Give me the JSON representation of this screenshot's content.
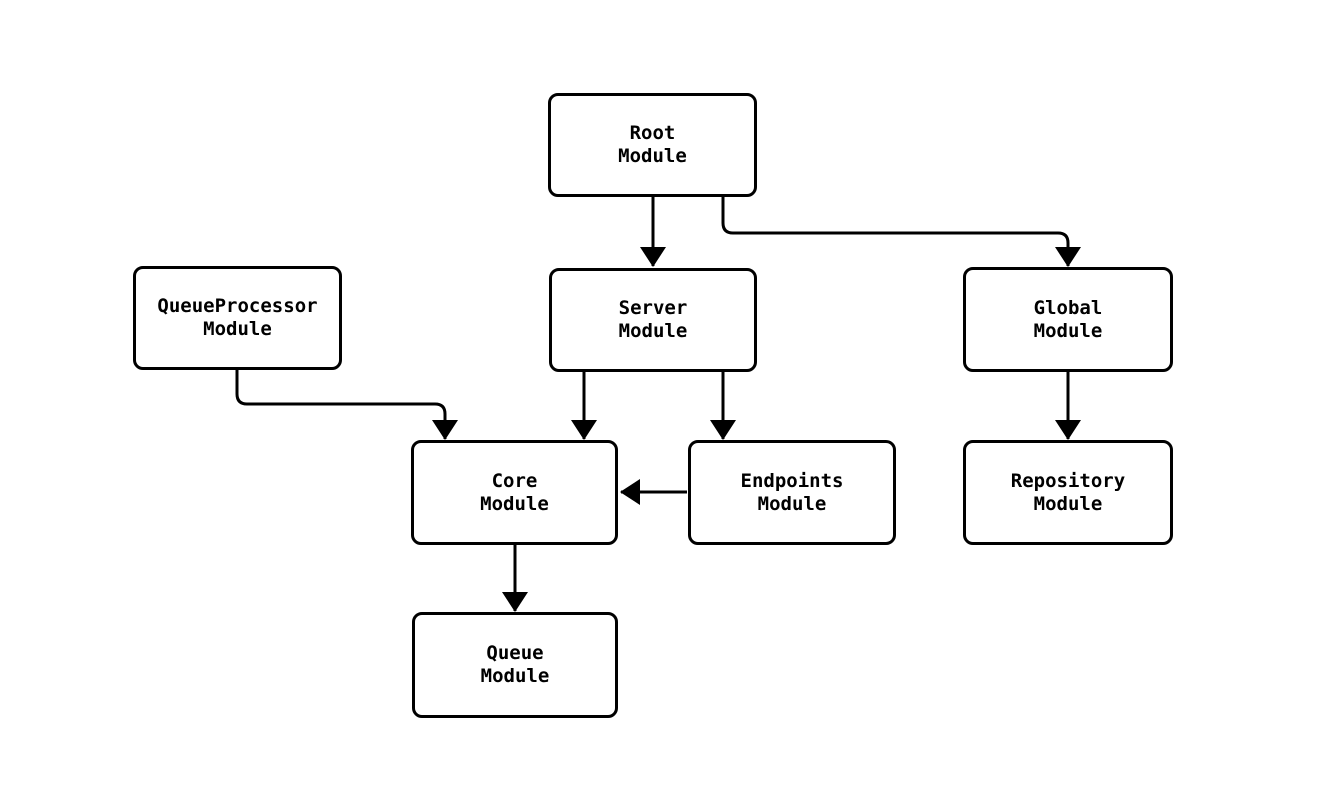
{
  "diagram": {
    "type": "dependency-graph",
    "background_color": "#ffffff",
    "node_fill_color": "#ffffff",
    "node_border_color": "#000000",
    "edge_color": "#000000",
    "text_color": "#000000",
    "nodes": [
      {
        "id": "root",
        "line1": "Root",
        "line2": "Module"
      },
      {
        "id": "server",
        "line1": "Server",
        "line2": "Module"
      },
      {
        "id": "global",
        "line1": "Global",
        "line2": "Module"
      },
      {
        "id": "queueprocessor",
        "line1": "QueueProcessor",
        "line2": "Module"
      },
      {
        "id": "core",
        "line1": "Core",
        "line2": "Module"
      },
      {
        "id": "endpoints",
        "line1": "Endpoints",
        "line2": "Module"
      },
      {
        "id": "repository",
        "line1": "Repository",
        "line2": "Module"
      },
      {
        "id": "queue",
        "line1": "Queue",
        "line2": "Module"
      }
    ],
    "edges": [
      {
        "from": "Root Module",
        "to": "Server Module"
      },
      {
        "from": "Root Module",
        "to": "Global Module"
      },
      {
        "from": "QueueProcessor Module",
        "to": "Core Module"
      },
      {
        "from": "Server Module",
        "to": "Core Module"
      },
      {
        "from": "Server Module",
        "to": "Endpoints Module"
      },
      {
        "from": "Endpoints Module",
        "to": "Core Module"
      },
      {
        "from": "Global Module",
        "to": "Repository Module"
      },
      {
        "from": "Core Module",
        "to": "Queue Module"
      }
    ]
  }
}
